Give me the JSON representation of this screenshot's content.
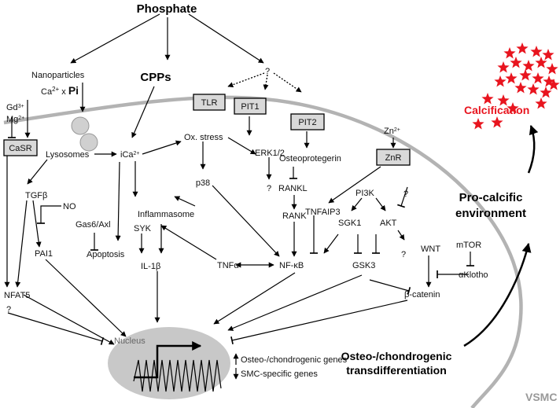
{
  "labels": {
    "phosphate": "Phosphate",
    "nanoparticles": "Nanoparticles",
    "ca_x_pi_prefix": "Ca",
    "ca_x_pi_sup": "2+",
    "ca_x_pi_mid": " x ",
    "ca_x_pi_pi": "Pi",
    "cpps": "CPPs",
    "unknown_top": "?",
    "tlr": "TLR",
    "pit1": "PIT1",
    "pit2": "PIT2",
    "gd": "Gd",
    "gd_sup": "3+",
    "mg": "Mg",
    "mg_sup": "2+",
    "casr": "CaSR",
    "lysosomes": "Lysosomes",
    "ica": "iCa",
    "ica_sup": "2+",
    "ox_stress": "Ox. stress",
    "erk": "ERK1/2",
    "erk_q": "?",
    "osteoprotegerin": "Osteoprotegerin",
    "zn": "Zn",
    "zn_sup": "2+",
    "znr": "ZnR",
    "calcification": "Calcification",
    "tgfb": "TGFβ",
    "no": "NO",
    "p38": "p38",
    "rankl": "RANKL",
    "pi3k": "PI3K",
    "pi3k_q": "?",
    "inflammasome": "Inflammasome",
    "gas6": "Gas6/Axl",
    "rank": "RANK",
    "tnfaip3": "TNFAIP3",
    "sgk1": "SGK1",
    "akt": "AKT",
    "akt_q": "?",
    "pro_calcific_1": "Pro-calcific",
    "pro_calcific_2": "environment",
    "syk": "SYK",
    "apoptosis": "Apoptosis",
    "il1b": "IL-1β",
    "tnfa": "TNFα",
    "nfkb": "NF-κB",
    "gsk3": "GSK3",
    "wnt": "WNT",
    "mtor": "mTOR",
    "klotho": "αKlotho",
    "pai1": "PAI1",
    "beta_catenin": "β-catenin",
    "nfat5": "NFAT5",
    "casr_q": "?",
    "nucleus": "Nucleus",
    "osteo_genes": "Osteo-/chondrogenic genes",
    "smc_genes": "SMC-specific genes",
    "transdiff_1": "Osteo-/chondrogenic",
    "transdiff_2": "transdifferentiation",
    "vsmc": "VSMC"
  },
  "colors": {
    "membrane": "#b3b3b3",
    "receptor_box": "#d9d9d9",
    "nucleus_fill": "#c8c8c8",
    "calcification_red": "#e8141e",
    "vsmc_gray": "#999999"
  }
}
